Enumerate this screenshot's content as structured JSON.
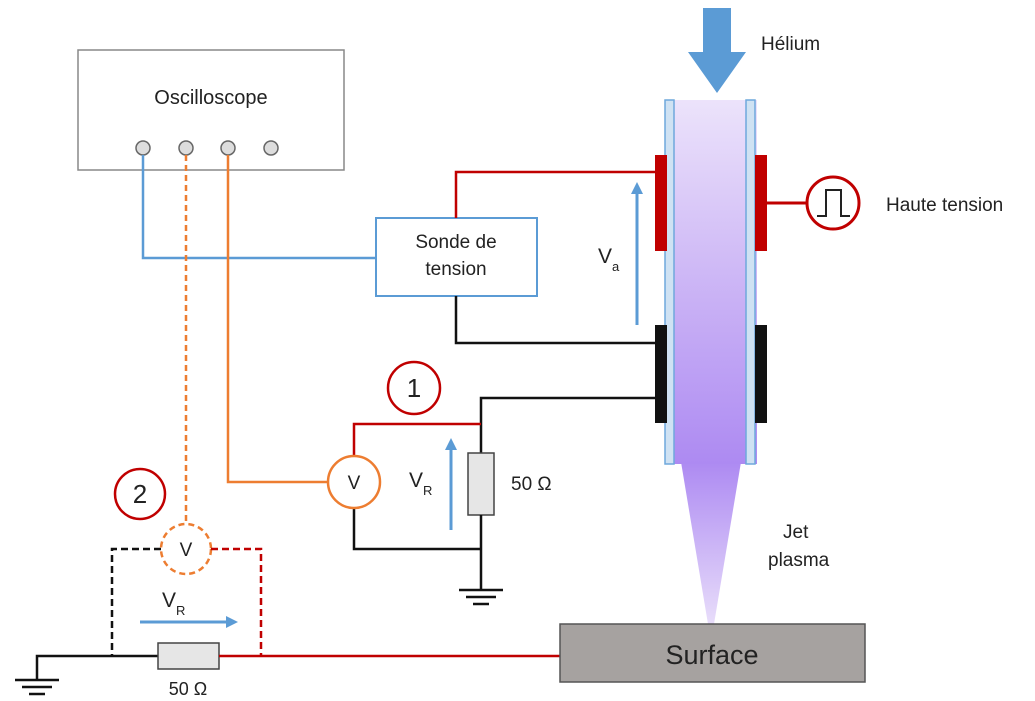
{
  "labels": {
    "helium": "Hélium",
    "oscilloscope": "Oscilloscope",
    "voltage_probe_line1": "Sonde de",
    "voltage_probe_line2": "tension",
    "high_voltage": "Haute tension",
    "va_main": "V",
    "va_sub": "a",
    "vr_main": "V",
    "vr_sub": "R",
    "resistor_1": "50 Ω",
    "resistor_2": "50 Ω",
    "config_1": "1",
    "config_2": "2",
    "voltmeter_1": "V",
    "voltmeter_2": "V",
    "jet_line1": "Jet",
    "jet_line2": "plasma",
    "surface": "Surface"
  },
  "colors": {
    "red_wire": "#c00000",
    "black_wire": "#111111",
    "blue_wire": "#5b9bd5",
    "orange_wire": "#ed7d31",
    "arrow_blue": "#5b9bd5",
    "plasma": "#b08af0",
    "surface": "#a6a2a0",
    "tube_border": "#6fa8dc"
  },
  "icons": {
    "helium_arrow": "down-arrow-icon",
    "ground": "ground-symbol-icon",
    "pulse": "square-pulse-icon"
  }
}
